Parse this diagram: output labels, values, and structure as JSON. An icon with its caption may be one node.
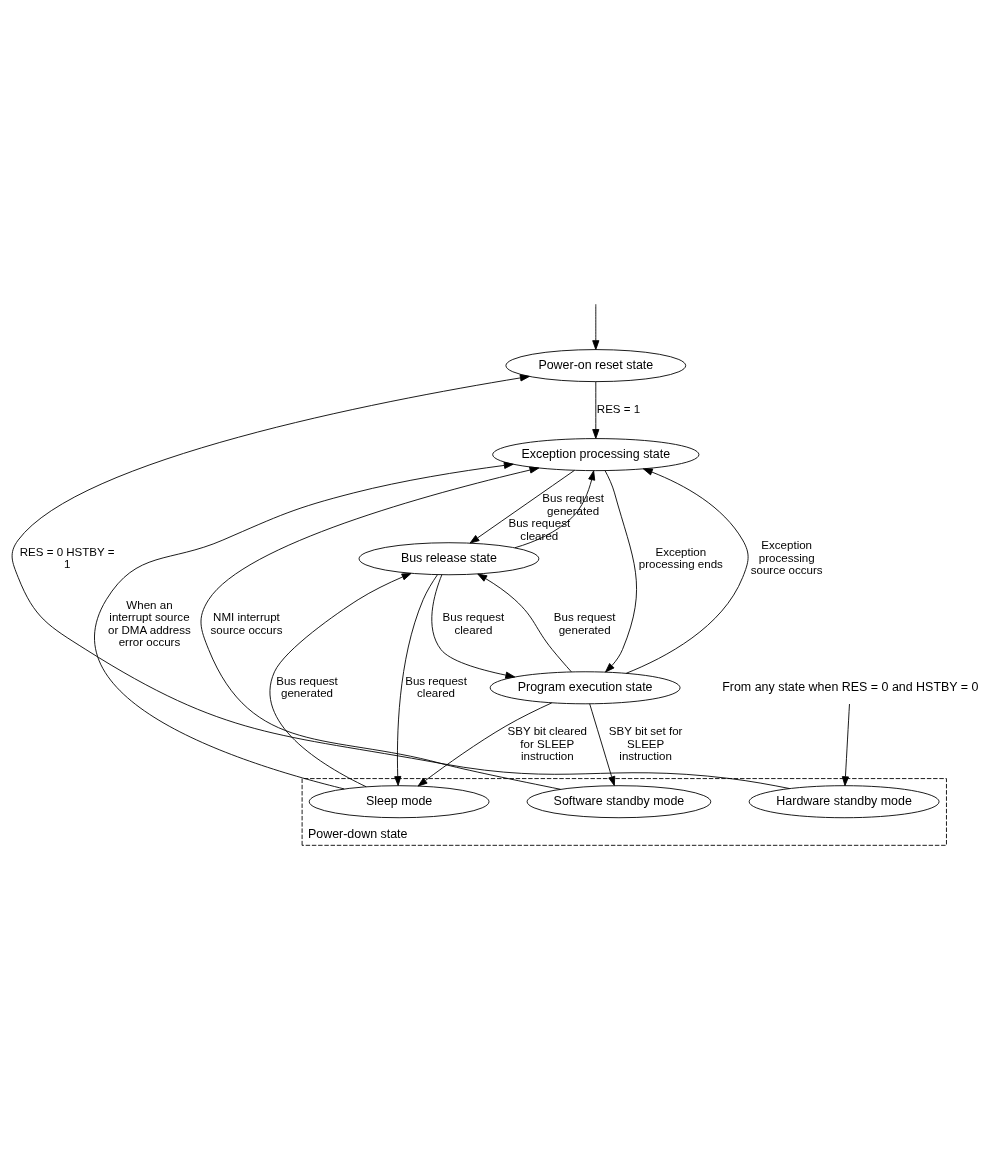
{
  "diagram": {
    "nodes": [
      {
        "text": [
          "Power-down state"
        ]
      },
      {
        "text": [
          "Power-on reset state"
        ]
      },
      {
        "text": [
          "Exception processing state"
        ]
      },
      {
        "text": [
          "Bus release state"
        ]
      },
      {
        "text": [
          "Program execution state"
        ]
      },
      {
        "text": [
          "Sleep mode"
        ],
        "in": 0
      },
      {
        "text": [
          "Software standby mode"
        ],
        "in": 0
      },
      {
        "text": [
          "Hardware standby mode"
        ],
        "in": 0
      },
      {
        "text": [
          "From any state when RES = 0 and HSTBY = 0"
        ]
      }
    ],
    "edges": [
      {
        "from": null,
        "to": 1,
        "arrow": "to"
      },
      {
        "from": 7,
        "to": 1,
        "arrow": "to",
        "label": "RES = 0 HSTBY = 1"
      },
      {
        "from": 1,
        "to": 2,
        "arrow": "to",
        "label": "RES = 1"
      },
      {
        "from": 5,
        "to": 2,
        "arrow": "to",
        "label": "When an interrupt source or DMA address error occurs"
      },
      {
        "from": 3,
        "to": 2,
        "arrow": "to",
        "label": "Bus request cleared"
      },
      {
        "from": 2,
        "to": 3,
        "arrow": "to",
        "label": "Bus request generated"
      },
      {
        "from": 4,
        "to": 2,
        "arrow": "to",
        "label": "Exception processing source occurs"
      },
      {
        "from": 2,
        "to": 4,
        "arrow": "to",
        "label": "Exception processing ends"
      },
      {
        "from": 6,
        "to": 2,
        "arrow": "to",
        "label": "NMI interrupt source occurs"
      },
      {
        "from": 4,
        "to": 3,
        "arrow": "to",
        "label": "Bus request generated"
      },
      {
        "from": 3,
        "to": 4,
        "arrow": "to",
        "label": "Bus request cleared"
      },
      {
        "from": 5,
        "to": 3,
        "arrow": "to",
        "label": "Bus request generated"
      },
      {
        "from": 3,
        "to": 5,
        "arrow": "to",
        "label": "Bus request cleared"
      },
      {
        "from": 4,
        "to": 5,
        "arrow": "to",
        "label": "SBY bit cleared for SLEEP instruction"
      },
      {
        "from": 4,
        "to": 6,
        "arrow": "to",
        "label": "SBY bit set for SLEEP instruction"
      },
      {
        "from": 8,
        "to": 7,
        "arrow": "to"
      }
    ]
  }
}
